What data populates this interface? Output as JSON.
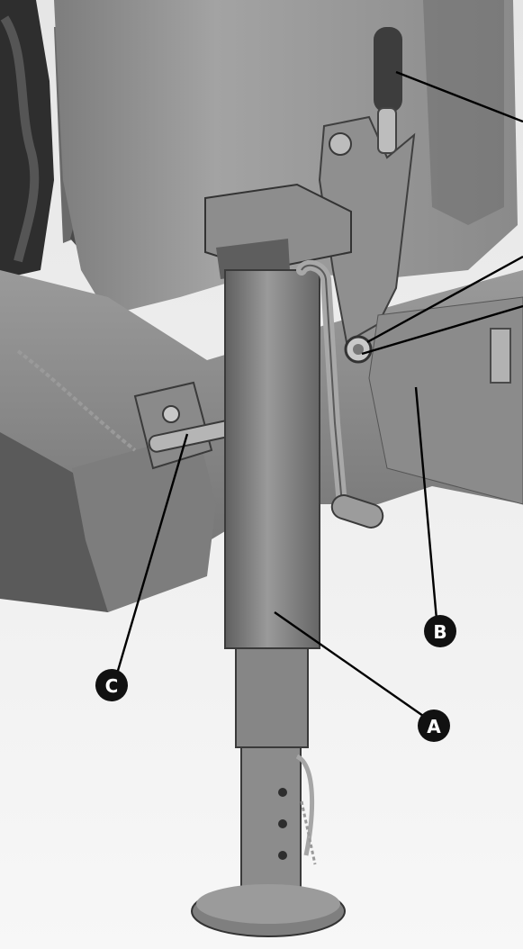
{
  "callouts": [
    {
      "id": "A",
      "label": "A"
    },
    {
      "id": "B",
      "label": "B"
    },
    {
      "id": "C",
      "label": "C"
    }
  ],
  "colors": {
    "background": "#ffffff",
    "tank": "#8c8c8c",
    "steel": "#7a7a7a",
    "shadow": "#3a3a3a",
    "callout_fill": "#111111",
    "leader_line": "#000000"
  }
}
